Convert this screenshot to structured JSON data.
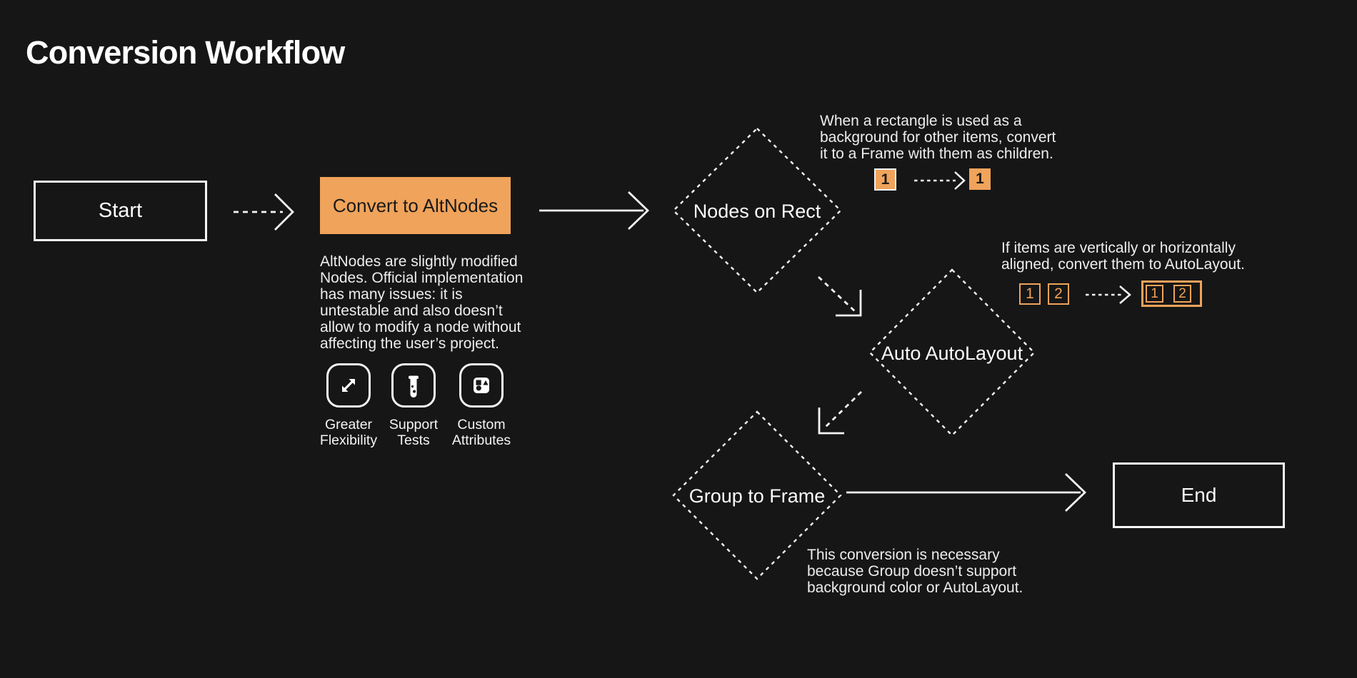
{
  "page": {
    "title": "Conversion Workflow"
  },
  "colors": {
    "background": "#161616",
    "accent_orange": "#F0A35A",
    "line_white": "#F5F5F5",
    "dark_text_on_accent": "#1A1A1A"
  },
  "flow": {
    "start": {
      "label": "Start"
    },
    "convert_to_altnodes": {
      "label": "Convert to AltNodes",
      "description_lines": [
        "AltNodes are slightly modified",
        "Nodes. Official implementation",
        "has many issues: it is",
        "untestable and also doesn’t",
        "allow to modify a node without",
        "affecting the user’s project."
      ],
      "features": [
        {
          "icon": "expand-arrows-icon",
          "label": "Greater Flexibility"
        },
        {
          "icon": "test-tube-icon",
          "label": "Support Tests"
        },
        {
          "icon": "shapes-icon",
          "label": "Custom Attributes"
        }
      ]
    },
    "nodes_on_rect": {
      "label": "Nodes on Rect",
      "note_lines": [
        "When a rectangle is used as a",
        "background for other items, convert",
        "it to a Frame with them as children."
      ],
      "example": {
        "before_item": "1",
        "after_item": "1"
      }
    },
    "auto_autolayout": {
      "label": "Auto AutoLayout",
      "note_lines": [
        "If items are vertically or horizontally",
        "aligned, convert them to AutoLayout."
      ],
      "example": {
        "item1": "1",
        "item2": "2",
        "grouped_item1": "1",
        "grouped_item2": "2"
      }
    },
    "group_to_frame": {
      "label": "Group to Frame",
      "note_lines": [
        "This conversion is necessary",
        "because Group doesn’t support",
        "background color or AutoLayout."
      ]
    },
    "end": {
      "label": "End"
    }
  }
}
